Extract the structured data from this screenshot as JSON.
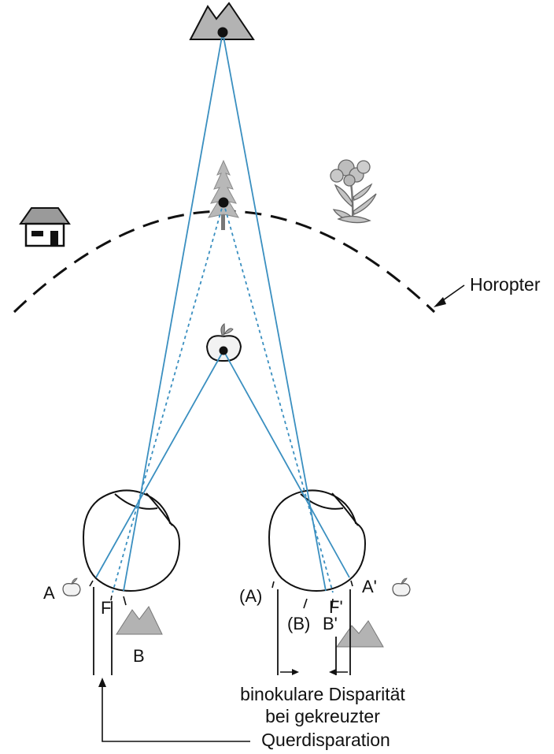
{
  "labels": {
    "horopter": "Horopter",
    "left_eye": {
      "A": "A",
      "F": "F",
      "B": "B"
    },
    "right_eye": {
      "A_paren": "(A)",
      "B_paren": "(B)",
      "F_prime": "F'",
      "B_prime": "B'",
      "A_prime": "A'"
    },
    "caption": {
      "line1": "binokulare Disparität",
      "line2": "bei gekreuzter",
      "line3": "Querdisparation"
    }
  },
  "colors": {
    "sight_line": "#3a8fc0",
    "outline": "#111111",
    "object_fill": "#b3b3b3",
    "fixation_point": "#111111"
  },
  "icons": {
    "far_object": "mountain-icon",
    "fixated_object": "fir-tree-icon",
    "near_object": "apple-icon",
    "house": "house-icon",
    "flower": "flower-icon"
  }
}
